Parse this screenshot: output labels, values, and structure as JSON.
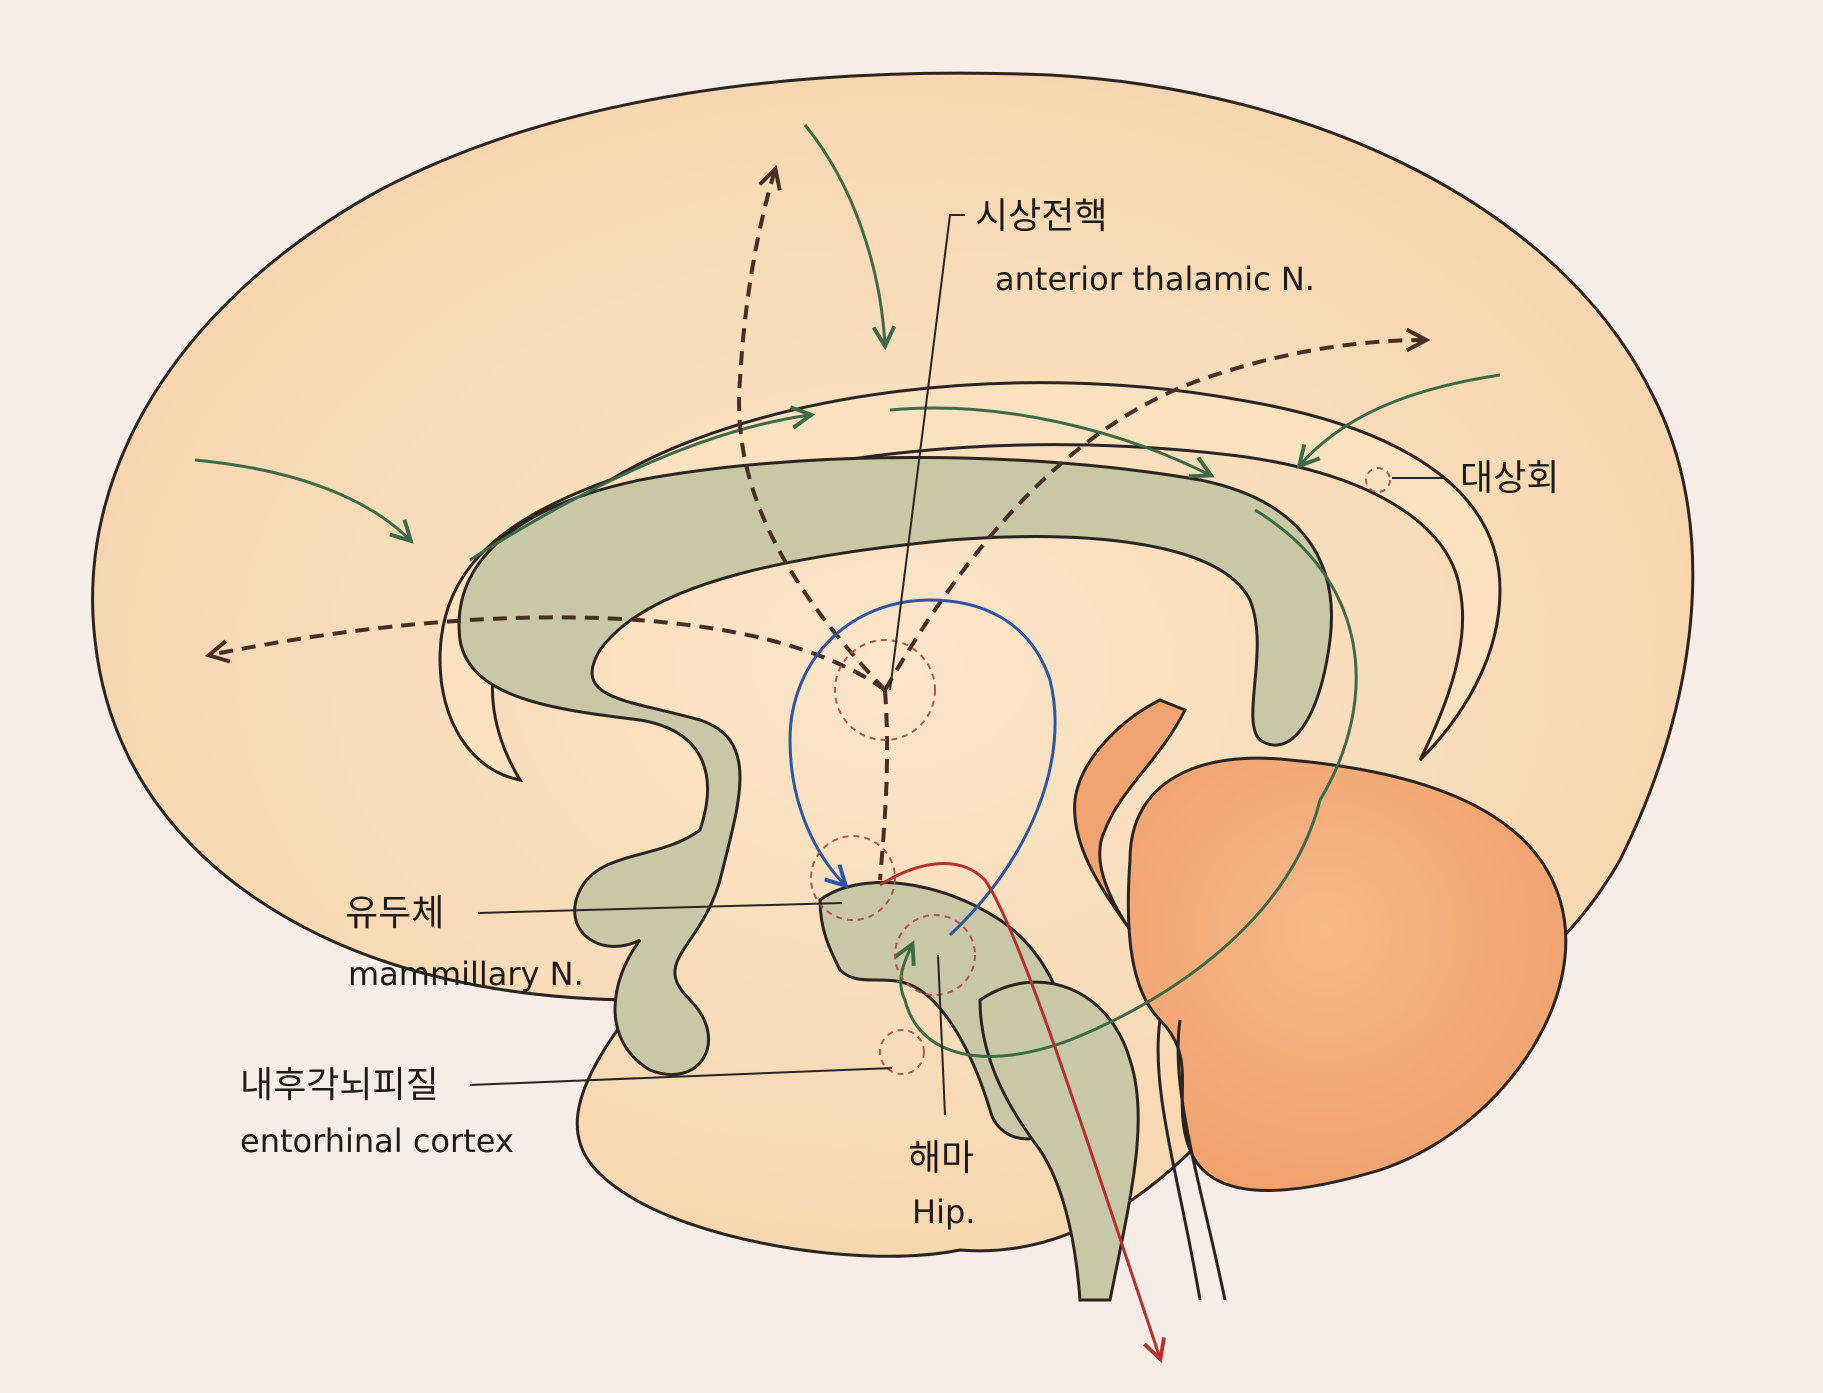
{
  "labels": {
    "anterior_thalamic": {
      "ko": "시상전핵",
      "en": "anterior thalamic N."
    },
    "cingulate": {
      "ko": "대상회"
    },
    "mammillary": {
      "ko": "유두체",
      "en": "mammillary N."
    },
    "entorhinal": {
      "ko": "내후각뇌피질",
      "en": "entorhinal cortex"
    },
    "hippocampus": {
      "ko": "해마",
      "en": "Hip."
    }
  },
  "colors": {
    "background": "#f6ede6",
    "cortex": "#f8dcb6",
    "corpus_callosum": "#c8c8a6",
    "cerebellum": "#f3ab78",
    "green_pathway": "#3e6b45",
    "blue_pathway": "#2d55a8",
    "red_pathway": "#b8302e",
    "dashed_pathway": "#4a2e26"
  }
}
